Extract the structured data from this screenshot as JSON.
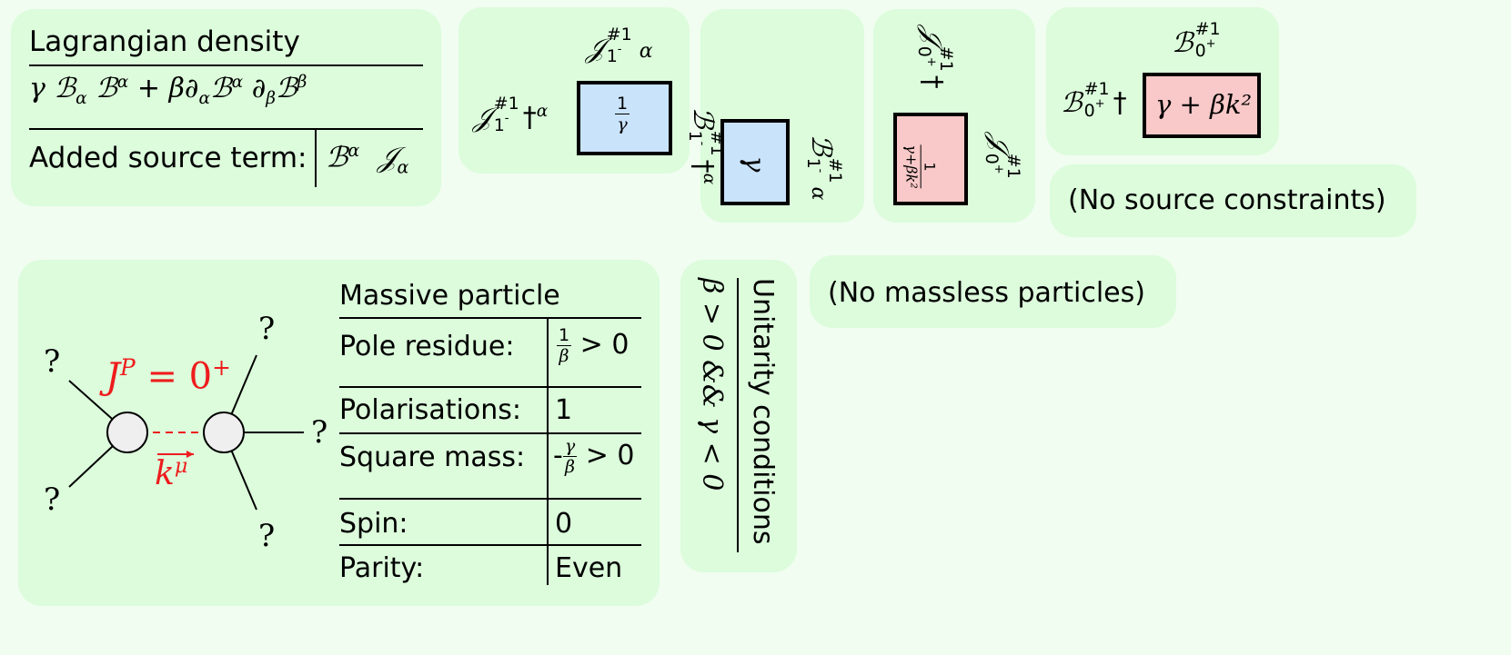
{
  "lagrangian": {
    "title": "Lagrangian density",
    "c1": "γ",
    "f1": "ℬ",
    "idx1": "α",
    "f2": "ℬ",
    "idx2": "α",
    "plus": "+",
    "c2": "β",
    "d1": "∂",
    "d1i": "α",
    "f3": "ℬ",
    "f3i": "α",
    "d2": "∂",
    "d2i": "β",
    "f4": "ℬ",
    "f4i": "β",
    "source_label": "Added source term:",
    "s1": "ℬ",
    "s1i": "α",
    "s2": "𝒥",
    "s2i": "α"
  },
  "p1": {
    "row": "𝒥",
    "row_sup": "#1",
    "row_sub": "1",
    "row_sub_sup": "-",
    "row_dag": "†",
    "row_idx": "α",
    "col": "𝒥",
    "col_sup": "#1",
    "col_sub": "1",
    "col_sub_sup": "-",
    "col_idx": "α",
    "num": "1",
    "den": "γ"
  },
  "p2": {
    "row": "ℬ",
    "row_sup": "#1",
    "row_sub": "1",
    "row_sub_sup": "-",
    "row_dag": "†",
    "row_idx": "α",
    "col": "ℬ",
    "col_sup": "#1",
    "col_sub": "1",
    "col_sub_sup": "-",
    "col_idx": "α",
    "val": "γ"
  },
  "p3": {
    "row": "𝒥",
    "row_sup": "#1",
    "row_sub": "0",
    "row_sub_sup": "+",
    "row_dag": "†",
    "col": "𝒥",
    "col_sup": "#1",
    "col_sub": "0",
    "col_sub_sup": "+",
    "num": "1",
    "den": "γ+βk²"
  },
  "p4": {
    "row": "ℬ",
    "row_sup": "#1",
    "row_sub": "0",
    "row_sub_sup": "+",
    "row_dag": "†",
    "col": "ℬ",
    "col_sup": "#1",
    "col_sub": "0",
    "col_sub_sup": "+",
    "val": "γ + βk²"
  },
  "no_source": "(No source constraints)",
  "no_massless": "(No massless particles)",
  "particle": {
    "q": "?",
    "jp": "J",
    "jp_sup": "P",
    "jp_rest": " = 0",
    "jp_parity": "+",
    "k": "k",
    "k_sup": "μ",
    "title": "Massive particle",
    "pole_label": "Pole residue:",
    "pole_num": "1",
    "pole_den": "β",
    "pole_ineq": "> 0",
    "pol_label": "Polarisations:",
    "pol_value": "1",
    "mass_label": "Square mass:",
    "mass_sign": "-",
    "mass_num": "γ",
    "mass_den": "β",
    "mass_ineq": "> 0",
    "spin_label": "Spin:",
    "spin_value": "0",
    "parity_label": "Parity:",
    "parity_value": "Even"
  },
  "unitarity": {
    "title": "Unitarity conditions",
    "condition": "β > 0 && γ < 0"
  },
  "colors": {
    "background": "#f0fdf0",
    "panel": "#dcfcdc",
    "blue_cell": "#c9e3fb",
    "pink_cell": "#f9c8c8",
    "accent_red": "#ee1c1c"
  }
}
